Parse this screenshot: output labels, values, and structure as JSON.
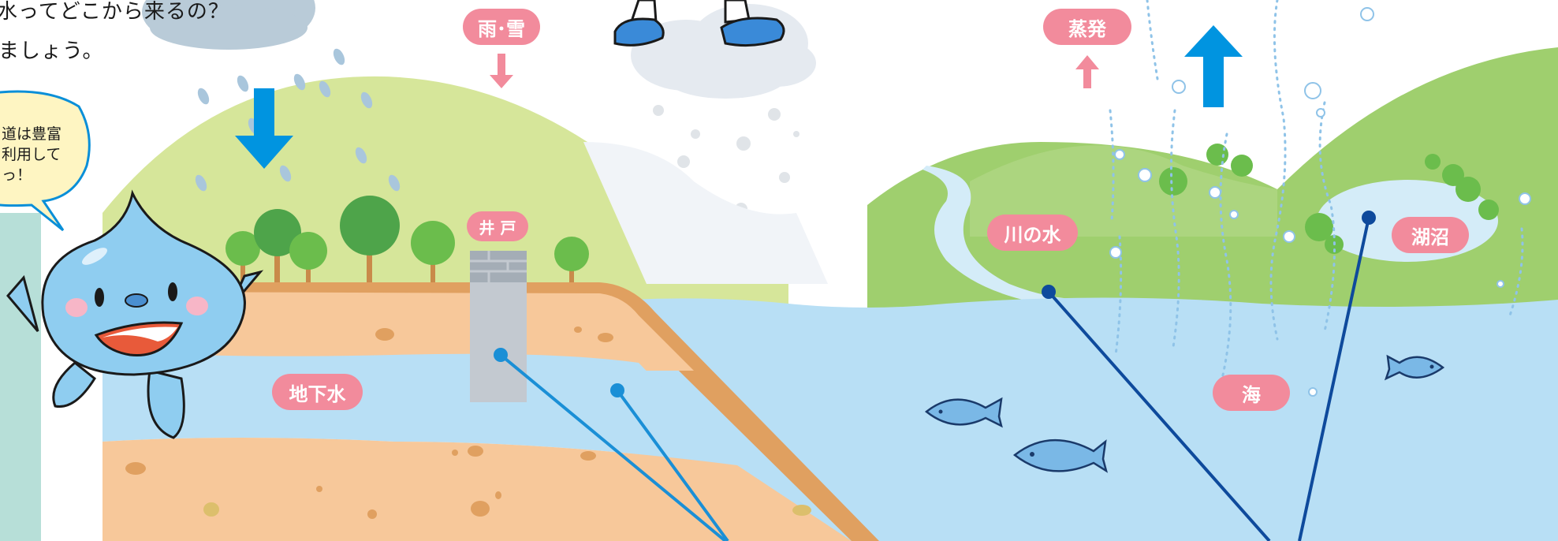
{
  "intro": {
    "line1": "水ってどこから来るの？",
    "line2": "ましょう。"
  },
  "speech_bubble": {
    "line1": "道は豊富",
    "line2": "利用して",
    "line3": "っ！"
  },
  "labels": {
    "rain_snow": "雨･雪",
    "evaporation": "蒸発",
    "well": "井 戸",
    "groundwater": "地下水",
    "river_water": "川の水",
    "lake_marsh": "湖沼",
    "sea": "海"
  },
  "colors": {
    "label_pill": "#f28b9c",
    "arrow_blue": "#0094e0",
    "arrow_pink": "#f28b9c",
    "water": "#b8dff5",
    "hill_yellow_green": "#d6e69a",
    "hill_green": "#9fcf6e",
    "soil": "#f7c89a",
    "soil_edge": "#e0a060",
    "pointer_line_light": "#1a8fd6",
    "pointer_line_dark": "#0e4a9c",
    "mascot": "#8fcdf0"
  },
  "icons": [
    "cloud-icon",
    "raindrop-icon",
    "down-arrow-icon",
    "up-arrow-icon",
    "tree-icon",
    "fish-icon",
    "bubble-icon",
    "water-drop-mascot-icon",
    "shoes-icon"
  ]
}
